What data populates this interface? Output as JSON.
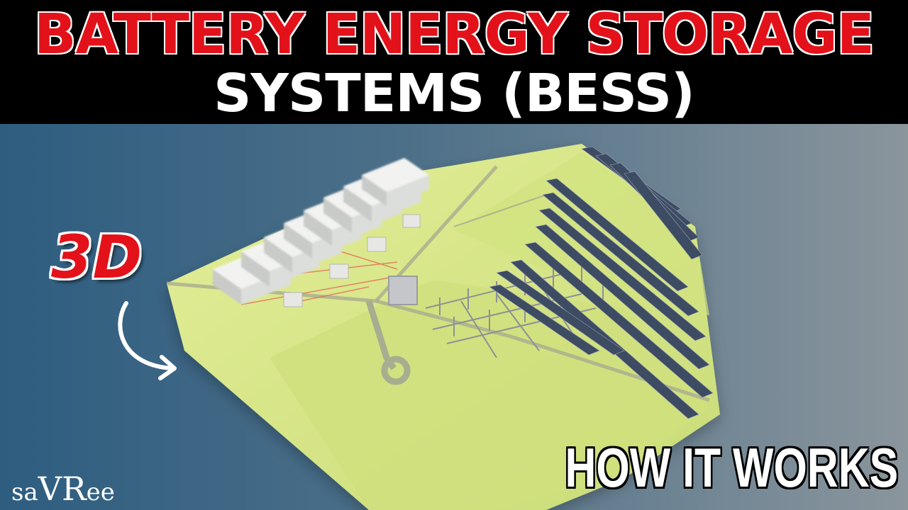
{
  "header": {
    "title_line1": "BATTERY ENERGY STORAGE",
    "title_line2": "SYSTEMS (BESS)"
  },
  "badge": {
    "label": "3D"
  },
  "footer": {
    "tagline": "HOW IT WORKS"
  },
  "logo": {
    "part1": "sa",
    "part2": "VR",
    "part3": "ee"
  },
  "colors": {
    "title_red": "#e3121a",
    "header_bg": "#000000",
    "field_green": "#d9e88a",
    "road_gray": "#9aa38d",
    "panel_blue": "#3d4c63"
  },
  "icons": {
    "arrow": "curved-arrow-icon"
  }
}
